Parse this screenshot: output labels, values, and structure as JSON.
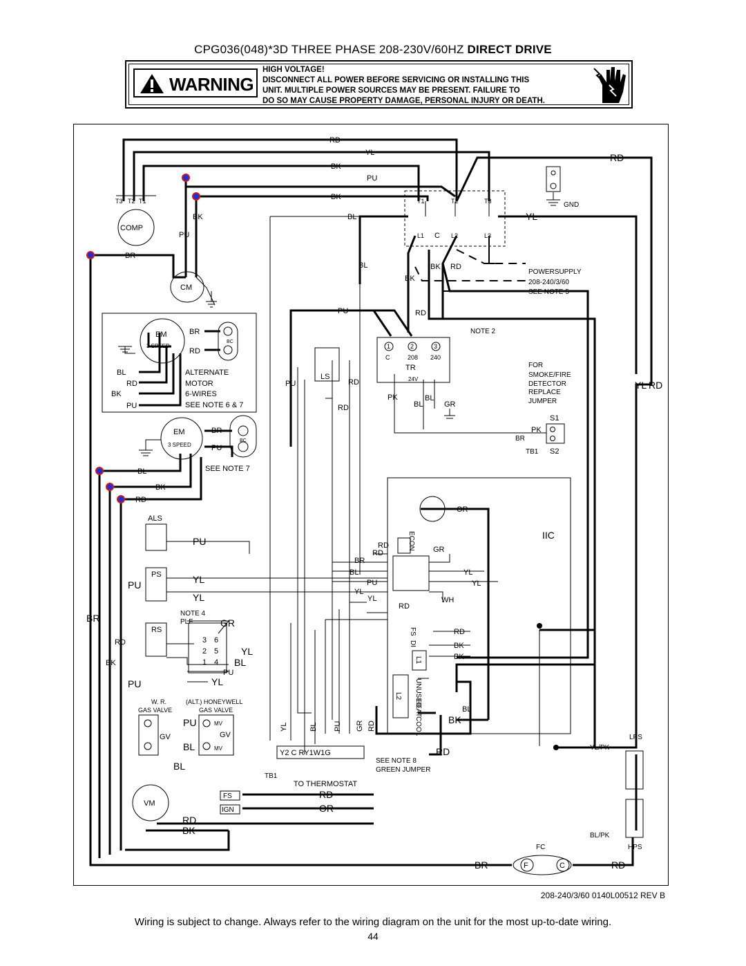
{
  "title": {
    "main": "CPG036(048)*3D THREE PHASE 208-230V/60HZ",
    "bold": "DIRECT DRIVE"
  },
  "warning": {
    "label": "WARNING",
    "line1": "HIGH VOLTAGE!",
    "line2": "DISCONNECT ALL POWER BEFORE SERVICING OR INSTALLING THIS",
    "line3": "UNIT.  MULTIPLE POWER SOURCES MAY BE PRESENT.  FAILURE TO",
    "line4": "DO SO MAY CAUSE PROPERTY DAMAGE, PERSONAL INJURY OR DEATH."
  },
  "wire_labels": {
    "rd": "RD",
    "yl": "YL",
    "bk": "BK",
    "pu": "PU",
    "bl": "BL",
    "br": "BR",
    "pk": "PK",
    "gr": "GR",
    "or": "OR",
    "wh": "WH",
    "yl_pk": "YL/PK",
    "bl_pk": "BL/PK"
  },
  "contactor": {
    "t1": "T1",
    "t2": "T2",
    "t3": "T3",
    "l1": "L1",
    "c": "C",
    "l2": "L2",
    "l3": "L3"
  },
  "comp": {
    "label": "COMP",
    "t3": "T3",
    "t2": "T2",
    "t1": "T1"
  },
  "gnd": "GND",
  "power_supply": {
    "line1": "POWERSUPPLY",
    "line2": "208-240/3/60",
    "line3": "SEE NOTE 5"
  },
  "cm": "CM",
  "em_alt": {
    "label": "EM",
    "speed": "3 SPEED",
    "bc": "BC",
    "text1": "ALTERNATE",
    "text2": "MOTOR",
    "text3": "6-WIRES",
    "text4": "SEE NOTE 6 & 7"
  },
  "em_main": {
    "label": "EM",
    "speed": "3 SPEED",
    "bc": "BC",
    "note": "SEE NOTE 7"
  },
  "transformer": {
    "t1": "1",
    "t2": "2",
    "t3": "3",
    "c": "C",
    "v208": "208",
    "v240": "240",
    "tr": "TR",
    "v24": "24V",
    "note": "NOTE 2"
  },
  "ls": "LS",
  "smoke": {
    "l1": "FOR",
    "l2": "SMOKE/FIRE",
    "l3": "DETECTOR",
    "l4": "REPLACE",
    "l5": "JUMPER",
    "s1": "S1",
    "s2": "S2",
    "tb1": "TB1"
  },
  "iic": "IIC",
  "econ": "ECON",
  "als": "ALS",
  "ps": "PS",
  "rs": "RS",
  "plf": {
    "note": "NOTE 4",
    "label": "PLF",
    "p3": "3",
    "p6": "6",
    "p2": "2",
    "p5": "5",
    "p1": "1",
    "p4": "4"
  },
  "gas_valve": {
    "wr": "W. R.",
    "wr_label": "GAS VALVE",
    "hw": "(ALT.) HONEYWELL",
    "hw_label": "GAS VALVE",
    "gv": "GV",
    "mv": "MV"
  },
  "tb1": {
    "label": "TB1",
    "terms": "Y2    C   RY1W1G",
    "thermostat": "TO THERMOSTAT"
  },
  "heatcool": {
    "fs": "FS",
    "di": "DI",
    "l1": "L1",
    "l2": "L2",
    "unused": "UNUSED",
    "heat": "HEAT",
    "cool": "COOL",
    "note8": "SEE NOTE 8",
    "jumper": "GREEN JUMPER"
  },
  "vm": "VM",
  "fs_box": "FS",
  "ign_box": "IGN",
  "lps": "LPS",
  "hps": "HPS",
  "fc": {
    "label": "FC",
    "f": "F",
    "c": "C"
  },
  "reference": "208-240/3/60    0140L00512    REV B",
  "footnote": "Wiring is subject to change. Always refer to the wiring diagram on the unit for the most up-to-date wiring.",
  "page_number": "44"
}
